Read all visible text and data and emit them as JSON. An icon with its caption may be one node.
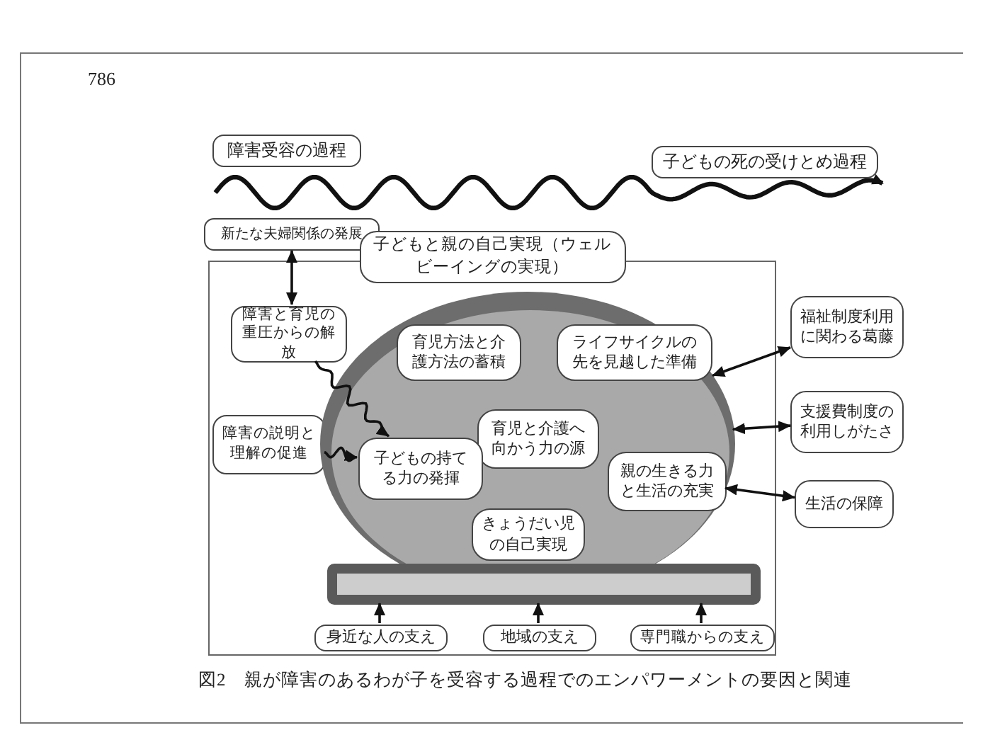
{
  "diagram": {
    "caption": "図2　親が障害のあるわが子を受容する過程でのエンパワーメントの要因と関連",
    "nodes": [
      {
        "text": [
          "障害受容の過程"
        ]
      },
      {
        "text": [
          "子どもの死の受けとめ過程"
        ]
      },
      {
        "text": [
          "新たな夫婦関係の発展"
        ]
      },
      {
        "text": [
          "子どもと親の自己実現（ウェルビーイングの実現）"
        ]
      },
      {
        "text": [
          "障害と育児の重圧からの解放"
        ],
        "in": 3
      },
      {
        "text": [
          "障害の説明と理解の促進"
        ],
        "in": 3
      },
      {
        "text": [],
        "shape": "ellipse",
        "in": 3
      },
      {
        "text": [
          "育児方法と介護方法の蓄積"
        ],
        "in": 6
      },
      {
        "text": [
          "ライフサイクルの先を見越した準備"
        ],
        "in": 6
      },
      {
        "text": [
          "育児と介護へ向かう力の源"
        ],
        "in": 6
      },
      {
        "text": [
          "子どもの持てる力の発揮"
        ],
        "in": 6
      },
      {
        "text": [
          "親の生きる力と生活の充実"
        ],
        "in": 6
      },
      {
        "text": [
          "きょうだい児の自己実現"
        ],
        "in": 6
      },
      {
        "text": [],
        "shape": "bar",
        "in": 3
      },
      {
        "text": [
          "身近な人の支え"
        ],
        "in": 3
      },
      {
        "text": [
          "地域の支え"
        ],
        "in": 3
      },
      {
        "text": [
          "専門職からの支え"
        ],
        "in": 3
      },
      {
        "text": [
          "福祉制度利用に関わる葛藤"
        ]
      },
      {
        "text": [
          "支援費制度の利用しがたさ"
        ]
      },
      {
        "text": [
          "生活の保障"
        ]
      }
    ],
    "edges": [
      {
        "from": 2,
        "to": 4,
        "arrow": "both"
      },
      {
        "from": 4,
        "to": 10,
        "arrow": "to"
      },
      {
        "from": 5,
        "to": 10,
        "arrow": "to"
      },
      {
        "from": 6,
        "to": 17,
        "arrow": "both"
      },
      {
        "from": 6,
        "to": 18,
        "arrow": "both"
      },
      {
        "from": 11,
        "to": 19,
        "arrow": "both"
      },
      {
        "from": 14,
        "to": 13,
        "arrow": "to"
      },
      {
        "from": 15,
        "to": 13,
        "arrow": "to"
      },
      {
        "from": 16,
        "to": 13,
        "arrow": "to"
      }
    ],
    "labels": [
      "786"
    ]
  }
}
